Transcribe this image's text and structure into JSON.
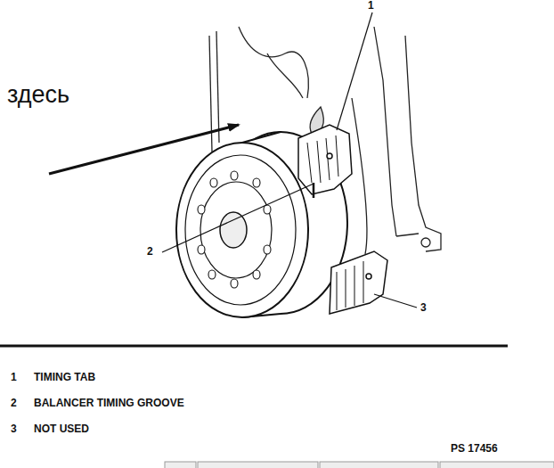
{
  "diagram": {
    "labels": [
      "здесь",
      "1",
      "2",
      "3",
      "1",
      "TIMING TAB",
      "2",
      "BALANCER TIMING GROOVE",
      "3",
      "NOT USED",
      "PS 17456"
    ]
  }
}
